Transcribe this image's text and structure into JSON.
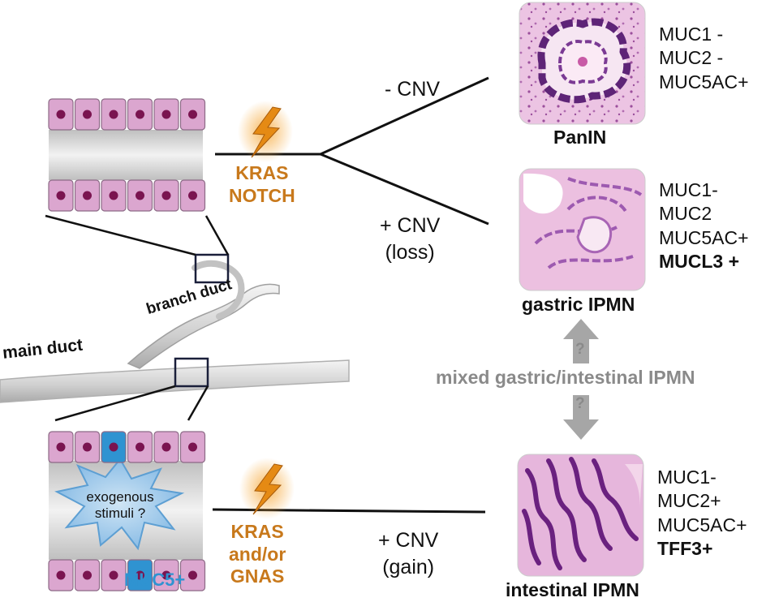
{
  "labels": {
    "main_duct": "main duct",
    "branch_duct": "branch duct",
    "exogenous_stimuli": "exogenous\nstimuli ?",
    "muc5_plus": "MUC5+",
    "gene_top": [
      "KRAS",
      "NOTCH"
    ],
    "gene_bottom": [
      "KRAS",
      "and/or",
      "GNAS"
    ],
    "cnv_minus": "- CNV",
    "cnv_plus_loss": [
      "+ CNV",
      "(loss)"
    ],
    "cnv_plus_gain": [
      "+ CNV",
      "(gain)"
    ],
    "mixed": "mixed gastric/intestinal IPMN",
    "question_mark": "?"
  },
  "lesions": [
    {
      "name": "PanIN",
      "markers": [
        "MUC1 -",
        "MUC2 -",
        "MUC5AC+"
      ],
      "bold_marker": ""
    },
    {
      "name": "gastric IPMN",
      "markers": [
        "MUC1-",
        "MUC2",
        "MUC5AC+"
      ],
      "bold_marker": "MUCL3 +"
    },
    {
      "name": "intestinal IPMN",
      "markers": [
        "MUC1-",
        "MUC2+",
        "MUC5AC+"
      ],
      "bold_marker": "TFF3+"
    }
  ],
  "colors": {
    "cell_fill": "#dba6cf",
    "cell_stroke": "#8c6a86",
    "nucleus": "#7a1450",
    "blue_cell": "#2f93d1",
    "blue_text": "#2f93d1",
    "gene_orange": "#c8791c",
    "bolt": "#e58a14",
    "lumen": "#dcdcdc",
    "duct": "#d0d0d0",
    "arrow_gray": "#a6a6a6",
    "mixed_text": "#8a8a8a",
    "he_pink": "#e9b8dc",
    "he_purple": "#6e2a80"
  }
}
